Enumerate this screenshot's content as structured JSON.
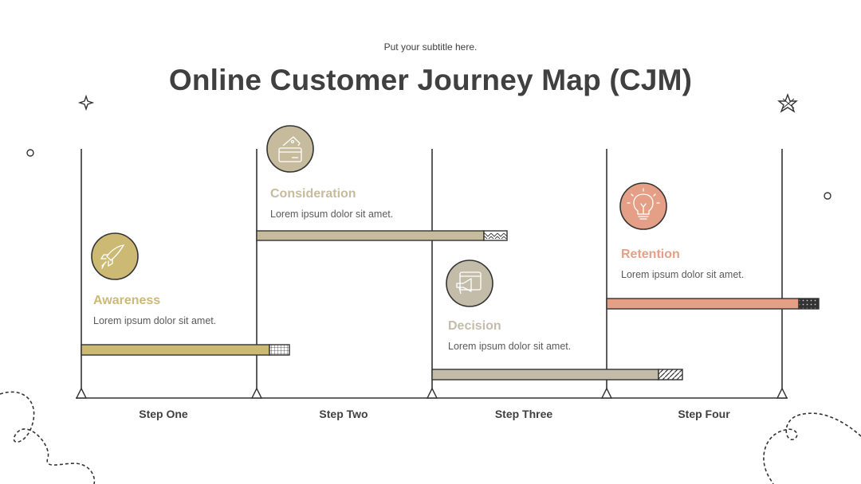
{
  "subtitle": "Put your subtitle here.",
  "title": "Online Customer Journey Map (CJM)",
  "colors": {
    "awareness": "#cbb974",
    "consideration": "#c7bb9e",
    "decision": "#c2bca8",
    "retention": "#e59f86",
    "line": "#333333"
  },
  "stages": [
    {
      "name": "Awareness",
      "description": "Lorem ipsum dolor sit amet.",
      "icon": "rocket-icon"
    },
    {
      "name": "Consideration",
      "description": "Lorem ipsum dolor sit amet.",
      "icon": "credit-card-icon"
    },
    {
      "name": "Decision",
      "description": "Lorem ipsum dolor sit amet.",
      "icon": "megaphone-icon"
    },
    {
      "name": "Retention",
      "description": "Lorem ipsum dolor sit amet.",
      "icon": "lightbulb-icon"
    }
  ],
  "steps": [
    "Step One",
    "Step Two",
    "Step Three",
    "Step Four"
  ]
}
